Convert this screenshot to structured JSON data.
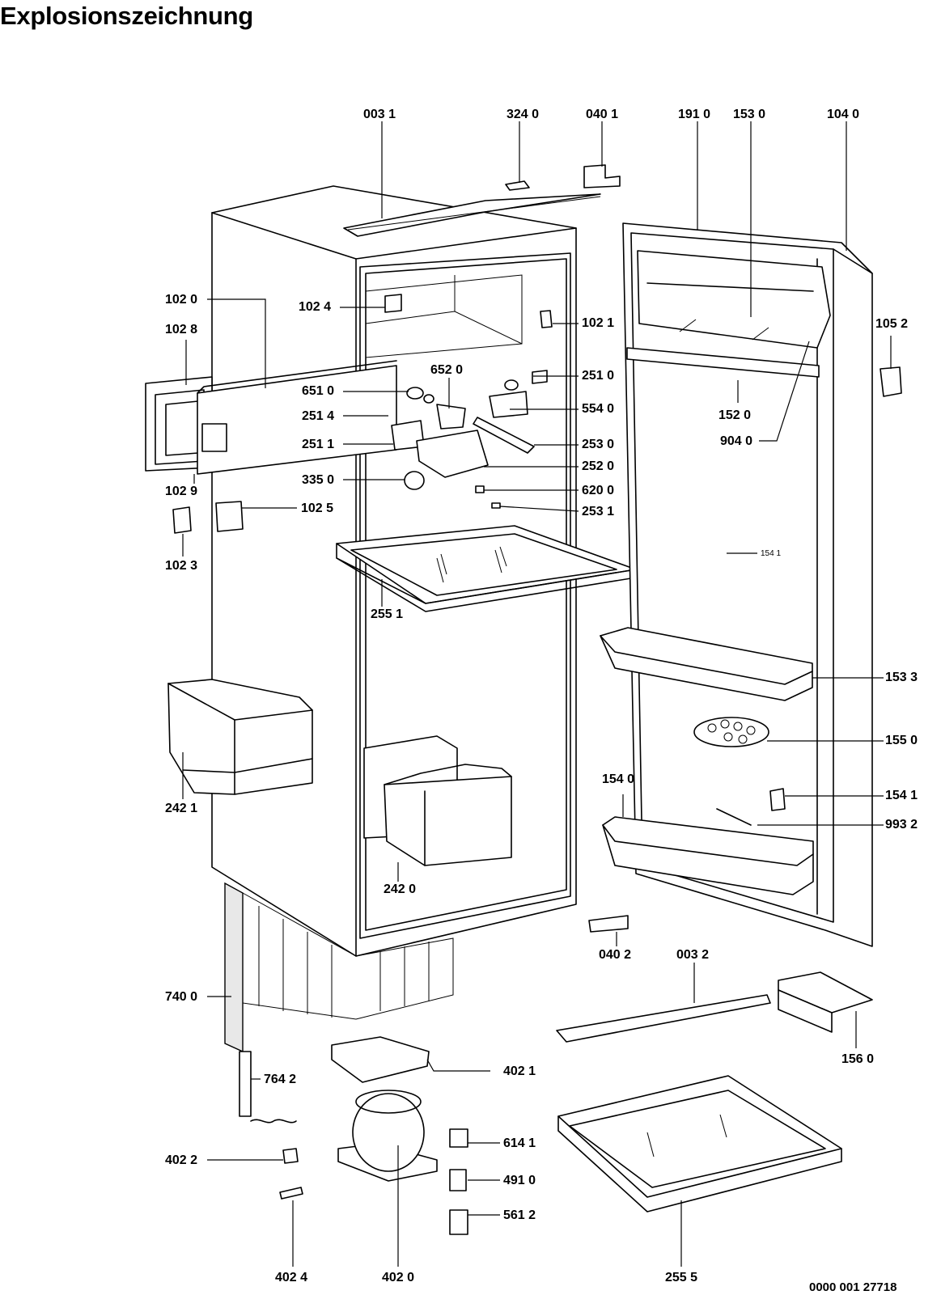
{
  "title": "Explosionszeichnung",
  "drawing_code": "0000 001 27718",
  "labels": {
    "p0031": "003 1",
    "p3240": "324 0",
    "p0401": "040 1",
    "p1910": "191 0",
    "p1530": "153 0",
    "p1040": "104 0",
    "p1020": "102 0",
    "p1024": "102 4",
    "p1021": "102 1",
    "p1052": "105 2",
    "p1028": "102 8",
    "p6520": "652 0",
    "p6510": "651 0",
    "p2510": "251 0",
    "p2514": "251 4",
    "p5540": "554 0",
    "p2511": "251 1",
    "p2530": "253 0",
    "p2520": "252 0",
    "p1520": "152 0",
    "p9040": "904 0",
    "p3350": "335 0",
    "p6200": "620 0",
    "p1029": "102 9",
    "p1025": "102 5",
    "p2531": "253 1",
    "p1023": "102 3",
    "p1541a": "154 1",
    "p2551": "255 1",
    "p1533": "153 3",
    "p1550": "155 0",
    "p2421": "242 1",
    "p1540": "154 0",
    "p1541b": "154 1",
    "p9932": "993 2",
    "p2420": "242 0",
    "p0402": "040 2",
    "p0032": "003 2",
    "p7400": "740 0",
    "p1560": "156 0",
    "p7642": "764 2",
    "p4021": "402 1",
    "p6141": "614 1",
    "p4022": "402 2",
    "p4910": "491 0",
    "p5612": "561 2",
    "p4024": "402 4",
    "p4020": "402 0",
    "p2555": "255 5"
  }
}
